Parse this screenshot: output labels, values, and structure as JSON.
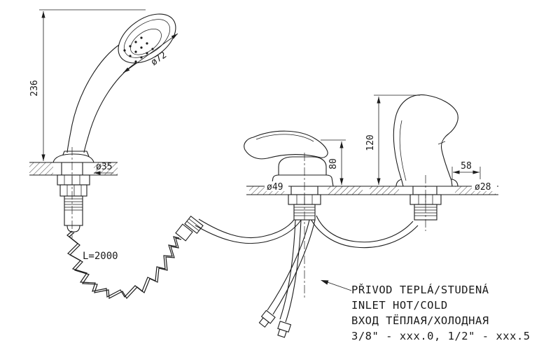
{
  "labels": {
    "height_236": "236",
    "dia72": "ø72",
    "dia35": "ø35",
    "hose_length": "L=2000",
    "height_80": "80",
    "dia49": "ø49",
    "height_120": "120",
    "width_58": "58",
    "dia28": "ø28"
  },
  "notes": {
    "line1": "PŘIVOD TEPLÁ/STUDENÁ",
    "line2": "INLET HOT/COLD",
    "line3": "ВХОД ТЁПЛАЯ/ХОЛОДНАЯ",
    "line4": "3/8\" - xxx.0, 1/2\" - xxx.5"
  },
  "colors": {
    "line": "#1c1c1c",
    "background": "#ffffff"
  }
}
